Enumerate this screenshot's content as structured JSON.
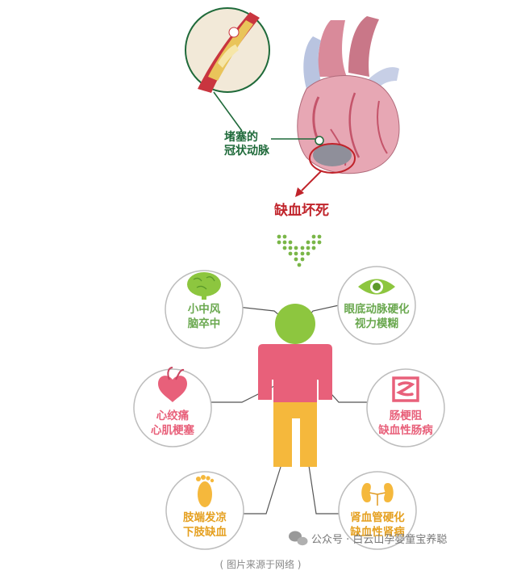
{
  "top": {
    "blocked_artery_label": [
      "堵塞的",
      "冠状动脉"
    ],
    "ischemia_label": "缺血坏死"
  },
  "conditions": {
    "stroke": [
      "小中风",
      "脑卒中"
    ],
    "eye": [
      "眼底动脉硬化",
      "视力模糊"
    ],
    "angina": [
      "心绞痛",
      "心肌梗塞"
    ],
    "bowel": [
      "肠梗阻",
      "缺血性肠病"
    ],
    "limbs": [
      "肢端发凉",
      "下肢缺血"
    ],
    "kidney": [
      "肾血管硬化",
      "缺血性肾病"
    ]
  },
  "watermark": {
    "prefix": "公众号 · ",
    "name": "白云山孕婴童宝养聪"
  },
  "caption": "( 图片来源于网络 )",
  "colors": {
    "green_text": "#1f6a3a",
    "red_text": "#c0232a",
    "condition_text": "#6aa84f",
    "body_head": "#8dc63f",
    "body_torso": "#e8607a",
    "body_legs": "#f5b83c"
  }
}
